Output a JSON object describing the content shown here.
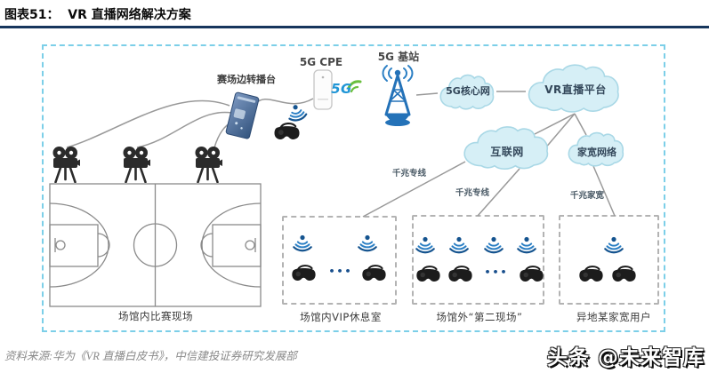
{
  "figure": {
    "title": "图表51：  VR 直播网络解决方案"
  },
  "diagram": {
    "broadcast_station_label": "赛场边转播台",
    "cpe_label": "5G CPE",
    "logo_5g": "5G",
    "base_station_label": "5G 基站",
    "clouds": {
      "core": "5G核心网",
      "platform": "VR直播平台",
      "internet": "互联网",
      "home": "家宽网络"
    },
    "links": {
      "dedicated1": "千兆专线",
      "dedicated2": "千兆专线",
      "home": "千兆家宽"
    },
    "areas": {
      "court": "场馆内比赛现场",
      "vip": "场馆内VIP休息室",
      "second": "场馆外“第二现场”",
      "remote": "异地某家宽用户"
    },
    "ellipsis": "•••"
  },
  "footer": {
    "source": "资料来源:华为《VR 直播白皮书》，中信建投证券研究发展部",
    "watermark": "头条 @未来智库"
  },
  "colors": {
    "outer_dash": "#7ccfe8",
    "title_rule": "#17365d",
    "cloud_fill": "#d6eff6",
    "cloud_stroke": "#a9d8e6",
    "connector_gray": "#999999",
    "icon_blue": "#2b7fc4",
    "icon_navy": "#15548f",
    "tower_blue": "#2472b8",
    "logo_green": "#6abf3e",
    "headset_black": "#1c1c1c"
  }
}
